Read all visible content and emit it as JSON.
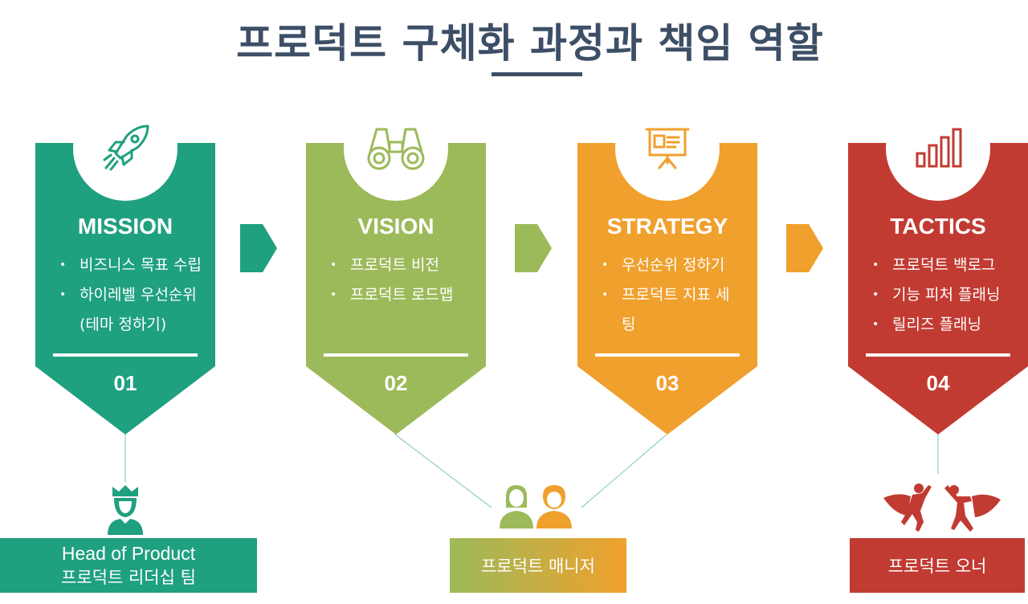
{
  "title": "프로덕트 구체화 과정과 책임 역할",
  "colors": {
    "mission": "#1fa07f",
    "vision": "#9cba5a",
    "strategy": "#f0a02d",
    "tactics": "#c13b32",
    "title": "#3d4f66"
  },
  "cards": [
    {
      "title": "MISSION",
      "icon": "rocket-icon",
      "bullets": [
        "비즈니스 목표 수립",
        "하이레벨 우선순위 (테마 정하기)"
      ],
      "number": "01"
    },
    {
      "title": "VISION",
      "icon": "binoculars-icon",
      "bullets": [
        "프로덕트 비전",
        "프로덕트 로드맵"
      ],
      "number": "02"
    },
    {
      "title": "STRATEGY",
      "icon": "presentation-board-icon",
      "bullets": [
        "우선순위 정하기",
        "프로덕트 지표 세팅"
      ],
      "number": "03"
    },
    {
      "title": "TACTICS",
      "icon": "bar-chart-icon",
      "bullets": [
        "프로덕트 백로그",
        "기능 피처 플래닝",
        "릴리즈 플래닝"
      ],
      "number": "04"
    }
  ],
  "roles": [
    {
      "line1": "Head of Product",
      "line2": "프로덕트 리더십 팀",
      "icon": "crowned-person-icon"
    },
    {
      "line1": "프로덕트 매니저",
      "icon": "two-people-icon"
    },
    {
      "line1": "프로덕트 오너",
      "icon": "superhero-icon"
    }
  ]
}
